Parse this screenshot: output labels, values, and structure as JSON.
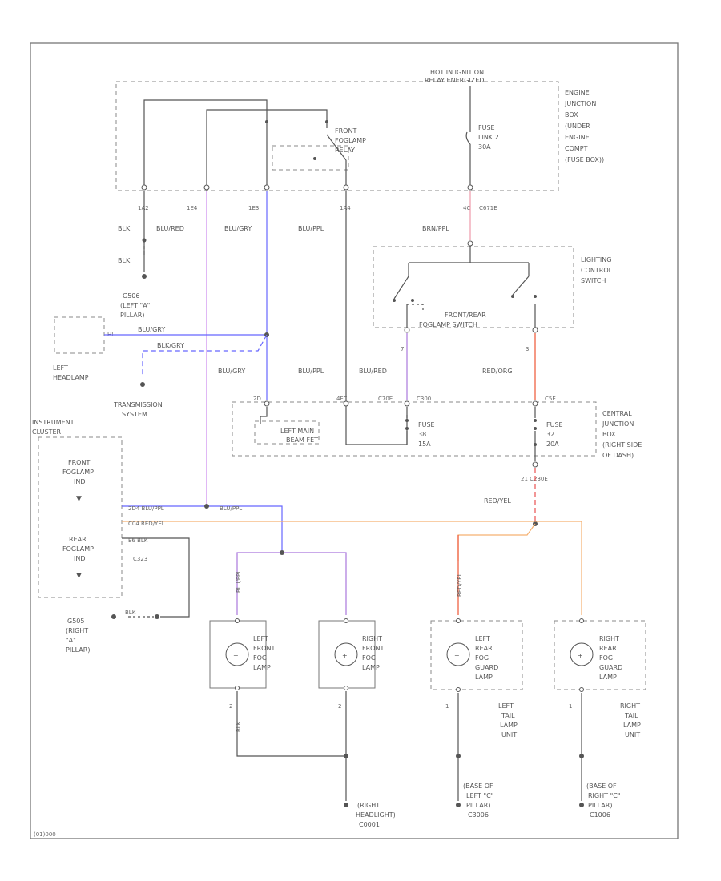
{
  "colors": {
    "black": "#555555",
    "blue": "#6666ff",
    "pink": "#cc88ee",
    "violet": "#aa77dd",
    "orange": "#f5b070",
    "red": "#ee5533",
    "redDash": "#e85050"
  },
  "labels": {
    "hot_in_ignition": "HOT IN IGNITION",
    "relay_energized": "RELAY ENERGIZED",
    "engine_junction_box": [
      "ENGINE",
      "JUNCTION",
      "BOX",
      "(UNDER",
      "ENGINE",
      "COMPT",
      "(FUSE BOX))"
    ],
    "front_foglamp_relay": [
      "FRONT",
      "FOGLAMP",
      "RELAY"
    ],
    "fuse_link": [
      "FUSE",
      "LINK 2",
      "30A"
    ],
    "pin_1a2": "1A2",
    "pin_1e4": "1E4",
    "pin_1e3": "1E3",
    "pin_1a4": "1A4",
    "pin_4c": "4C",
    "c671e": "C671E",
    "blk1": "BLK",
    "blk2": "BLK",
    "blu_red_1": "BLU/RED",
    "blu_gry_1": "BLU/GRY",
    "blu_ppl_1": "BLU/PPL",
    "brn_ppl": "BRN/PPL",
    "g506": [
      "G506",
      "(LEFT \"A\"",
      "PILLAR)"
    ],
    "lighting_control_switch": [
      "LIGHTING",
      "CONTROL",
      "SWITCH"
    ],
    "front_rear_foglamp_switch": [
      "FRONT/REAR",
      "FOGLAMP SWITCH"
    ],
    "left_headlamp": [
      "LEFT",
      "HEADLAMP"
    ],
    "transmission_system": [
      "TRANSMISSION",
      "SYSTEM"
    ],
    "hi_label": "HI",
    "blu_gry_2": "BLU/GRY",
    "blk_gry": "BLK/GRY",
    "blu_gry_3": "BLU/GRY",
    "blu_ppl_2": "BLU/PPL",
    "blu_red_2": "BLU/RED",
    "red_org": "RED/ORG",
    "sw_pin_7": "7",
    "sw_pin_3": "3",
    "central_junction_box": [
      "CENTRAL",
      "JUNCTION",
      "BOX",
      "(RIGHT SIDE",
      "OF DASH)"
    ],
    "c3e_connectors": [
      "2D",
      "4FC",
      "C70E",
      "C300",
      "C5E"
    ],
    "left_main_beam_fet": [
      "LEFT MAIN",
      "BEAM FET"
    ],
    "fuse_38": [
      "FUSE",
      "38",
      "15A"
    ],
    "fuse_32": [
      "FUSE",
      "32",
      "20A"
    ],
    "c230e": "21  C230E",
    "red_yel_top": "RED/YEL",
    "instrument_cluster": [
      "INSTRUMENT",
      "CLUSTER"
    ],
    "front_foglamp_ind": [
      "FRONT",
      "FOGLAMP",
      "IND"
    ],
    "rear_foglamp_ind": [
      "REAR",
      "FOGLAMP",
      "IND"
    ],
    "cluster_wire_1": "2D4  BLU/PPL",
    "cluster_wire_1b": "BLU/PPL",
    "cluster_wire_2": "C04  RED/YEL",
    "cluster_wire_3": "E6  BLK",
    "cluster_c323": "C323",
    "g505": [
      "G505",
      "(RIGHT",
      "\"A\"",
      "PILLAR)"
    ],
    "blk_small": "BLK",
    "left_front_fog_lamp": [
      "LEFT",
      "FRONT",
      "FOG",
      "LAMP"
    ],
    "right_front_fog_lamp": [
      "RIGHT",
      "FRONT",
      "FOG",
      "LAMP"
    ],
    "left_rear_fog_guard_lamp": [
      "LEFT",
      "REAR",
      "FOG",
      "GUARD",
      "LAMP"
    ],
    "right_rear_fog_guard_lamp": [
      "RIGHT",
      "REAR",
      "FOG",
      "GUARD",
      "LAMP"
    ],
    "left_tail_lamp_unit": [
      "LEFT",
      "TAIL",
      "LAMP",
      "UNIT"
    ],
    "right_tail_lamp_unit": [
      "RIGHT",
      "TAIL",
      "LAMP",
      "UNIT"
    ],
    "pin_2a": "2",
    "pin_2b": "2",
    "pin_1a": "1",
    "pin_1b": "1",
    "blu_ppl_lamp": "BLU/PPL",
    "red_yel_lamp": "RED/YEL",
    "blk_lamp": "BLK",
    "g_right_headlight": [
      "(RIGHT",
      "HEADLIGHT)",
      "C0001"
    ],
    "g_left_c_pillar": [
      "(BASE OF",
      "LEFT \"C\"",
      "PILLAR)",
      "C3006"
    ],
    "g_right_c_pillar": [
      "(BASE OF",
      "RIGHT \"C\"",
      "PILLAR)",
      "C1006"
    ],
    "footer_code": "(01)000"
  }
}
